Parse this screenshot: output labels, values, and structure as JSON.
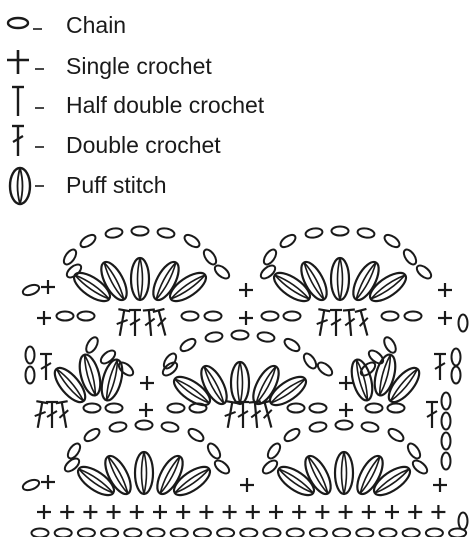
{
  "legend": {
    "items": [
      {
        "symbol": "chain",
        "label": "Chain"
      },
      {
        "symbol": "single-crochet",
        "label": "Single crochet"
      },
      {
        "symbol": "half-double-crochet",
        "label": "Half double crochet"
      },
      {
        "symbol": "double-crochet",
        "label": "Double crochet"
      },
      {
        "symbol": "puff-stitch",
        "label": "Puff stitch"
      }
    ]
  },
  "chart": {
    "stroke_color": "#1a1a1a",
    "background": "#ffffff",
    "foundation_single_crochets": 18,
    "pattern_repeats": 2
  }
}
